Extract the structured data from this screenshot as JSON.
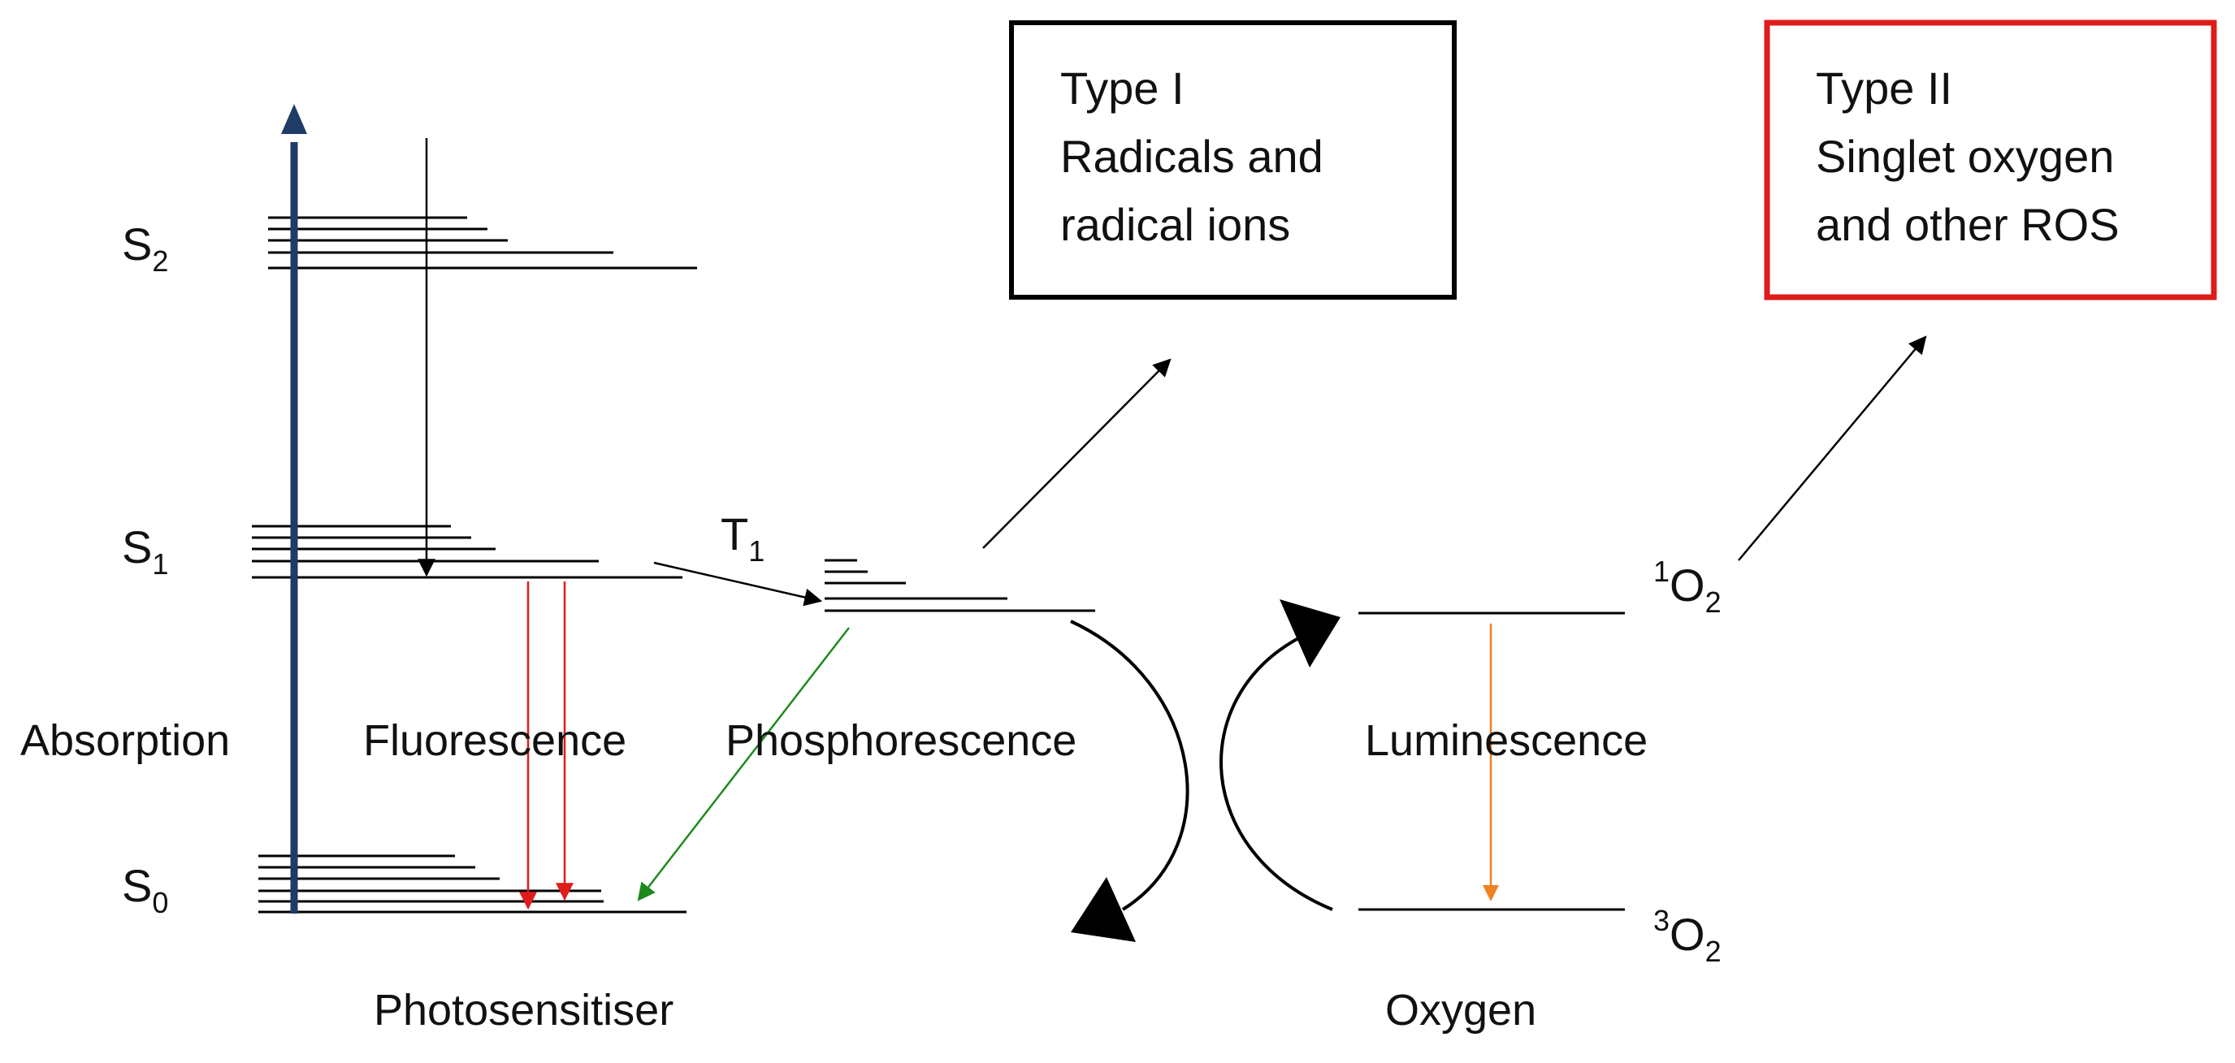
{
  "states": {
    "s2": {
      "base": "S",
      "sub": "2"
    },
    "s1": {
      "base": "S",
      "sub": "1"
    },
    "s0": {
      "base": "S",
      "sub": "0"
    },
    "t1": {
      "base": "T",
      "sub": "1"
    },
    "singlet_oxygen": {
      "sup": "1",
      "base": "O",
      "sub": "2"
    },
    "triplet_oxygen": {
      "sup": "3",
      "base": "O",
      "sub": "2"
    }
  },
  "processes": {
    "absorption": "Absorption",
    "fluorescence": "Fluorescence",
    "phosphorescence": "Phosphorescence",
    "luminescence": "Luminescence"
  },
  "species": {
    "photosensitiser": "Photosensitiser",
    "oxygen": "Oxygen"
  },
  "type1_box": {
    "line1": "Type I",
    "line2": "Radicals and",
    "line3": "radical ions",
    "border_color": "#000000"
  },
  "type2_box": {
    "line1": "Type II",
    "line2": "Singlet oxygen",
    "line3": "and other ROS",
    "border_color": "#e01b1b"
  },
  "colors": {
    "absorption_arrow": "#1f3c66",
    "fluorescence_arrow": "#e01b1b",
    "phosphorescence_arrow": "#1e8a1e",
    "luminescence_arrow": "#f08020",
    "default": "#000000"
  }
}
